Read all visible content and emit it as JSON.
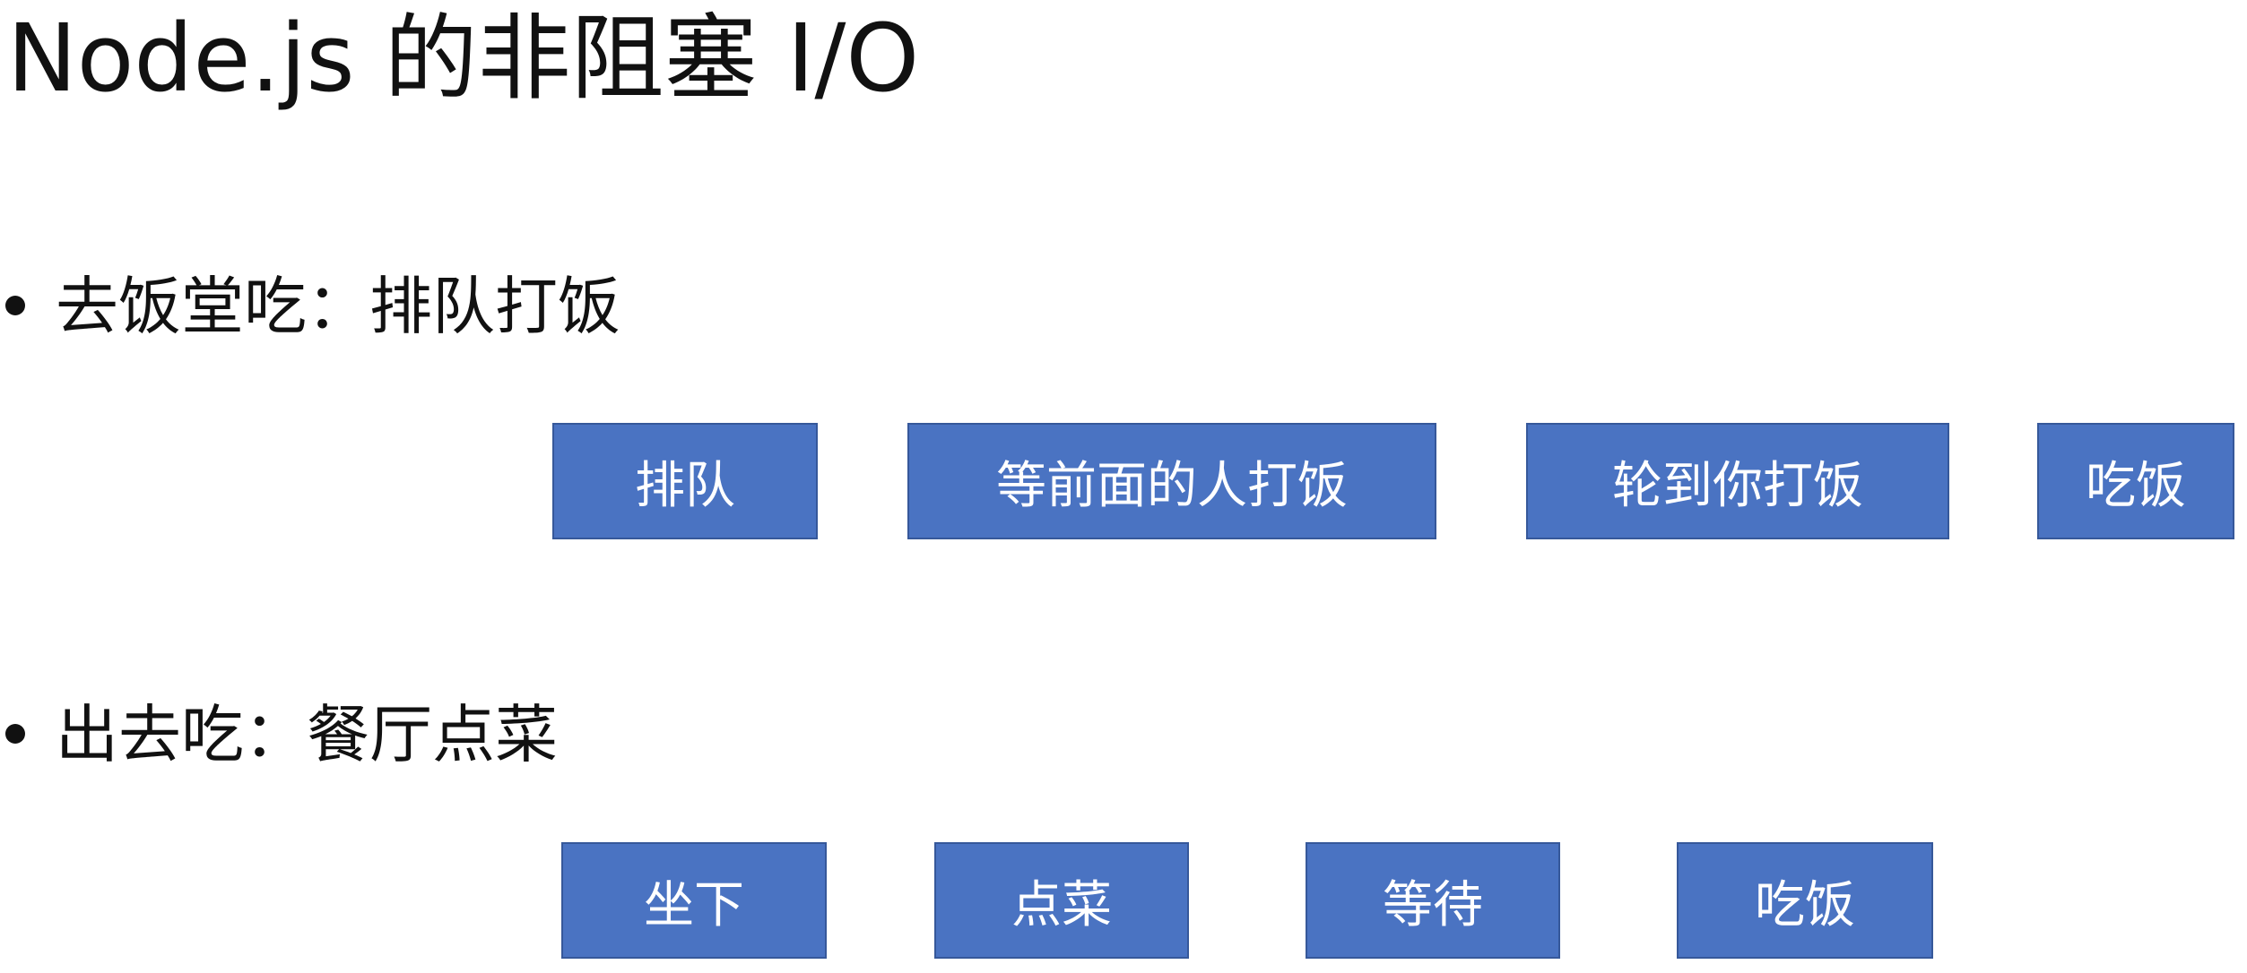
{
  "title": "Node.js 的非阻塞 I/O",
  "sections": [
    {
      "heading": "去饭堂吃：排队打饭",
      "steps": [
        "排队",
        "等前面的人打饭",
        "轮到你打饭",
        "吃饭"
      ]
    },
    {
      "heading": "出去吃：餐厅点菜",
      "steps": [
        "坐下",
        "点菜",
        "等待",
        "吃饭"
      ]
    }
  ],
  "colors": {
    "box_fill": "#4a73c2",
    "box_border": "#36589a",
    "box_text": "#ffffff",
    "text": "#111111"
  }
}
